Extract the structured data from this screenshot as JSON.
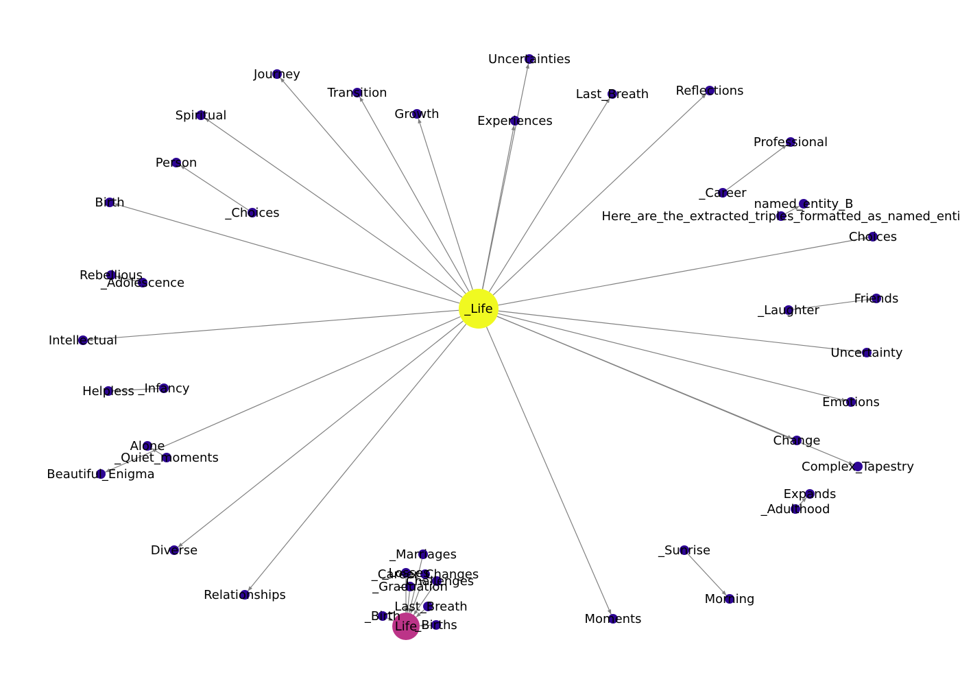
{
  "colors": {
    "hub": "#f0f921",
    "secondary_hub": "#bc3488",
    "leaf": "#2d0594",
    "edge": "#808080"
  },
  "nodes": [
    {
      "id": "life",
      "label": "_Life",
      "kind": "hub"
    },
    {
      "id": "journey",
      "label": "Journey",
      "kind": "leaf"
    },
    {
      "id": "transition",
      "label": "Transition",
      "kind": "leaf"
    },
    {
      "id": "uncertainties",
      "label": "Uncertainties",
      "kind": "leaf"
    },
    {
      "id": "growth",
      "label": "Growth",
      "kind": "leaf"
    },
    {
      "id": "experiences",
      "label": "Experiences",
      "kind": "leaf"
    },
    {
      "id": "last_breath_top",
      "label": "Last_Breath",
      "kind": "leaf"
    },
    {
      "id": "reflections",
      "label": "Reflections",
      "kind": "leaf"
    },
    {
      "id": "spiritual",
      "label": "Spiritual",
      "kind": "leaf"
    },
    {
      "id": "person",
      "label": "Person",
      "kind": "leaf"
    },
    {
      "id": "choices_u",
      "label": "_Choices",
      "kind": "leaf"
    },
    {
      "id": "birth",
      "label": "Birth",
      "kind": "leaf"
    },
    {
      "id": "professional",
      "label": "Professional",
      "kind": "leaf"
    },
    {
      "id": "career",
      "label": "_Career",
      "kind": "leaf"
    },
    {
      "id": "named_entity_b",
      "label": "named_entity_B",
      "kind": "leaf"
    },
    {
      "id": "extracted",
      "label": "Here_are_the_extracted_triples_formatted_as_named_enti",
      "kind": "leaf"
    },
    {
      "id": "choices",
      "label": "Choices",
      "kind": "leaf"
    },
    {
      "id": "rebellious",
      "label": "Rebellious",
      "kind": "leaf"
    },
    {
      "id": "adolescence",
      "label": "_Adolescence",
      "kind": "leaf"
    },
    {
      "id": "intellectual",
      "label": "Intellectual",
      "kind": "leaf"
    },
    {
      "id": "friends",
      "label": "Friends",
      "kind": "leaf"
    },
    {
      "id": "laughter",
      "label": "_Laughter",
      "kind": "leaf"
    },
    {
      "id": "uncertainty",
      "label": "Uncertainty",
      "kind": "leaf"
    },
    {
      "id": "helpless",
      "label": "Helpless",
      "kind": "leaf"
    },
    {
      "id": "infancy",
      "label": "_Infancy",
      "kind": "leaf"
    },
    {
      "id": "emotions",
      "label": "Emotions",
      "kind": "leaf"
    },
    {
      "id": "alone",
      "label": "Alone",
      "kind": "leaf"
    },
    {
      "id": "quiet",
      "label": "_Quiet_moments",
      "kind": "leaf"
    },
    {
      "id": "beautiful",
      "label": "Beautiful_Enigma",
      "kind": "leaf"
    },
    {
      "id": "change",
      "label": "Change",
      "kind": "leaf"
    },
    {
      "id": "tapestry",
      "label": "Complex_Tapestry",
      "kind": "leaf"
    },
    {
      "id": "expands",
      "label": "Expands",
      "kind": "leaf"
    },
    {
      "id": "adulthood",
      "label": "_Adulthood",
      "kind": "leaf"
    },
    {
      "id": "diverse",
      "label": "Diverse",
      "kind": "leaf"
    },
    {
      "id": "sunrise",
      "label": "_Sunrise",
      "kind": "leaf"
    },
    {
      "id": "morning",
      "label": "Morning",
      "kind": "leaf"
    },
    {
      "id": "relationships",
      "label": "Relationships",
      "kind": "leaf"
    },
    {
      "id": "moments",
      "label": "Moments",
      "kind": "leaf"
    },
    {
      "id": "marriages",
      "label": "_Marriages",
      "kind": "leaf"
    },
    {
      "id": "losses",
      "label": "_Losses",
      "kind": "leaf"
    },
    {
      "id": "career_changes",
      "label": "_Career_Changes",
      "kind": "leaf"
    },
    {
      "id": "challenges",
      "label": "_Challenges",
      "kind": "leaf"
    },
    {
      "id": "graduation",
      "label": "_Graduation",
      "kind": "leaf"
    },
    {
      "id": "last_breath_u",
      "label": "_Last_Breath",
      "kind": "leaf"
    },
    {
      "id": "birth_u",
      "label": "_Birth",
      "kind": "leaf"
    },
    {
      "id": "births",
      "label": "_Births",
      "kind": "leaf"
    },
    {
      "id": "life2",
      "label": "Life",
      "kind": "secondary_hub"
    }
  ],
  "edges": [
    {
      "source": "life",
      "target": "journey"
    },
    {
      "source": "life",
      "target": "transition"
    },
    {
      "source": "life",
      "target": "uncertainties"
    },
    {
      "source": "life",
      "target": "growth"
    },
    {
      "source": "life",
      "target": "experiences"
    },
    {
      "source": "life",
      "target": "last_breath_top"
    },
    {
      "source": "life",
      "target": "reflections"
    },
    {
      "source": "life",
      "target": "spiritual"
    },
    {
      "source": "choices_u",
      "target": "person"
    },
    {
      "source": "life",
      "target": "birth"
    },
    {
      "source": "career",
      "target": "professional"
    },
    {
      "source": "extracted",
      "target": "named_entity_b"
    },
    {
      "source": "life",
      "target": "choices"
    },
    {
      "source": "adolescence",
      "target": "rebellious"
    },
    {
      "source": "life",
      "target": "intellectual"
    },
    {
      "source": "laughter",
      "target": "friends"
    },
    {
      "source": "life",
      "target": "uncertainty"
    },
    {
      "source": "infancy",
      "target": "helpless"
    },
    {
      "source": "life",
      "target": "emotions"
    },
    {
      "source": "life",
      "target": "beautiful"
    },
    {
      "source": "quiet",
      "target": "alone"
    },
    {
      "source": "life",
      "target": "change"
    },
    {
      "source": "life",
      "target": "tapestry"
    },
    {
      "source": "adulthood",
      "target": "expands"
    },
    {
      "source": "life",
      "target": "diverse"
    },
    {
      "source": "sunrise",
      "target": "morning"
    },
    {
      "source": "life",
      "target": "relationships"
    },
    {
      "source": "life",
      "target": "moments"
    },
    {
      "source": "marriages",
      "target": "life2"
    },
    {
      "source": "losses",
      "target": "life2"
    },
    {
      "source": "career_changes",
      "target": "life2"
    },
    {
      "source": "challenges",
      "target": "life2"
    },
    {
      "source": "graduation",
      "target": "life2"
    },
    {
      "source": "last_breath_u",
      "target": "life2"
    },
    {
      "source": "birth_u",
      "target": "life2"
    },
    {
      "source": "births",
      "target": "life2"
    }
  ]
}
